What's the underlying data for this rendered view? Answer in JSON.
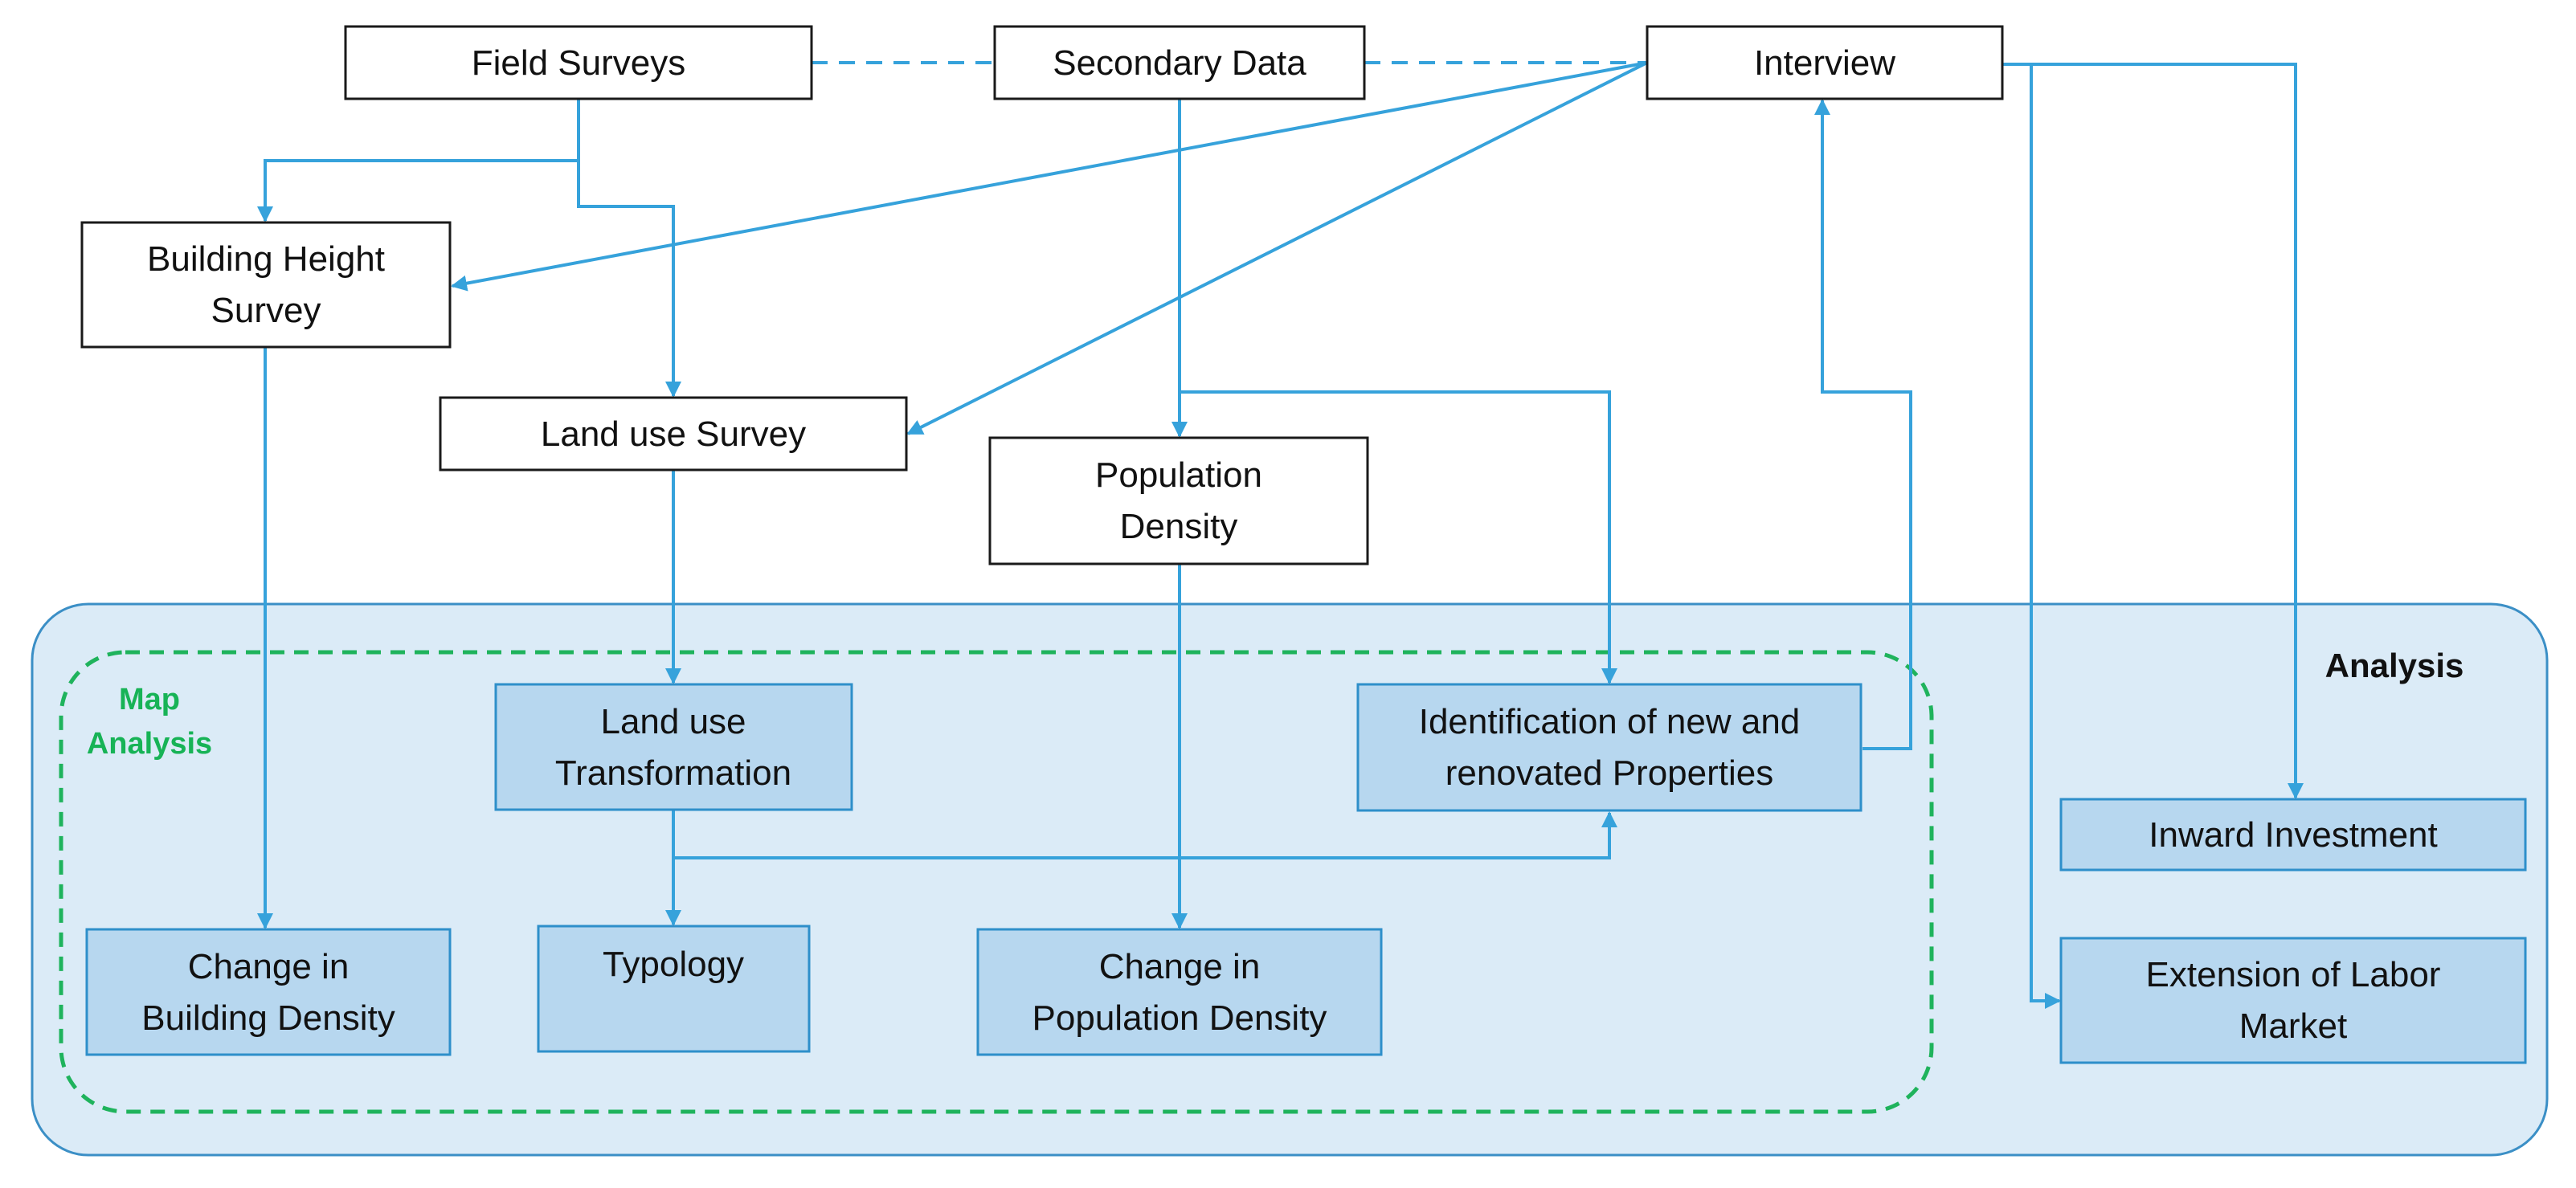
{
  "regions": {
    "analysis": {
      "label": "Analysis"
    },
    "map_analysis": {
      "label_lines": [
        "Map",
        "Analysis"
      ]
    }
  },
  "nodes": {
    "field_surveys": {
      "lines": [
        "Field Surveys"
      ]
    },
    "secondary_data": {
      "lines": [
        "Secondary Data"
      ]
    },
    "interview": {
      "lines": [
        "Interview"
      ]
    },
    "building_height_survey": {
      "lines": [
        "Building Height",
        "Survey"
      ]
    },
    "land_use_survey": {
      "lines": [
        "Land use Survey"
      ]
    },
    "population_density": {
      "lines": [
        "Population",
        "Density"
      ]
    },
    "land_use_transformation": {
      "lines": [
        "Land use",
        "Transformation"
      ]
    },
    "identification_properties": {
      "lines": [
        "Identification of new and",
        "renovated Properties"
      ]
    },
    "change_building_density": {
      "lines": [
        "Change in",
        "Building Density"
      ]
    },
    "typology": {
      "lines": [
        "Typology"
      ]
    },
    "change_population_density": {
      "lines": [
        "Change in",
        "Population Density"
      ]
    },
    "inward_investment": {
      "lines": [
        "Inward Investment"
      ]
    },
    "extension_labor_market": {
      "lines": [
        "Extension of Labor",
        "Market"
      ]
    }
  },
  "colors": {
    "arrow": "#36a2db",
    "analysis_fill": "#dbebf7",
    "analysis_stroke": "#3b8fc6",
    "map_analysis_stroke": "#1fb35c",
    "map_analysis_text": "#17b356",
    "blue_box_fill": "#b7d7ef",
    "blue_box_stroke": "#2e8fca"
  }
}
